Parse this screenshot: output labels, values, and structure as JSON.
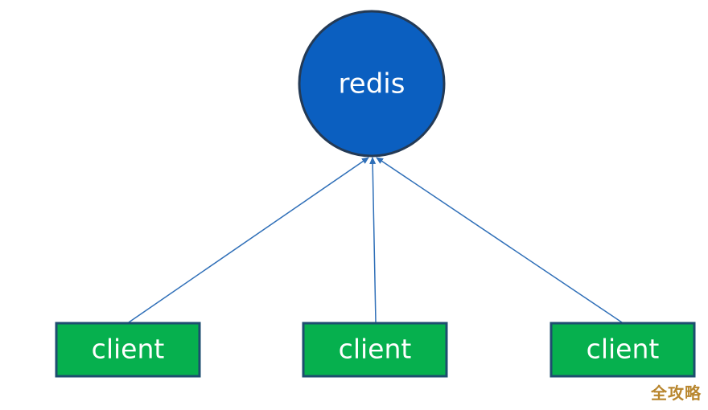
{
  "diagram": {
    "server": {
      "label": "redis"
    },
    "clients": [
      {
        "label": "client"
      },
      {
        "label": "client"
      },
      {
        "label": "client"
      }
    ],
    "colors": {
      "server_fill": "#0b5fc0",
      "server_stroke": "#243a55",
      "client_fill": "#06b04e",
      "client_stroke": "#1d4d6f",
      "edge": "#2f6fb8"
    }
  },
  "watermark": {
    "text": "全攻略"
  }
}
